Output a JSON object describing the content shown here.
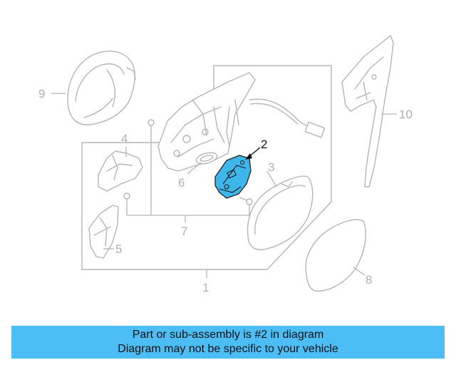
{
  "diagram": {
    "callouts": {
      "c1": "1",
      "c2": "2",
      "c3": "3",
      "c4": "4",
      "c5": "5",
      "c6": "6",
      "c7": "7",
      "c8": "8",
      "c9": "9",
      "c10": "10"
    },
    "highlight_color": "#3fb6ea",
    "highlighted_part": "2"
  },
  "banner": {
    "line1": "Part or sub-assembly is #2 in diagram",
    "line2": "Diagram may not be specific to your vehicle",
    "background": "#4cbef5"
  }
}
